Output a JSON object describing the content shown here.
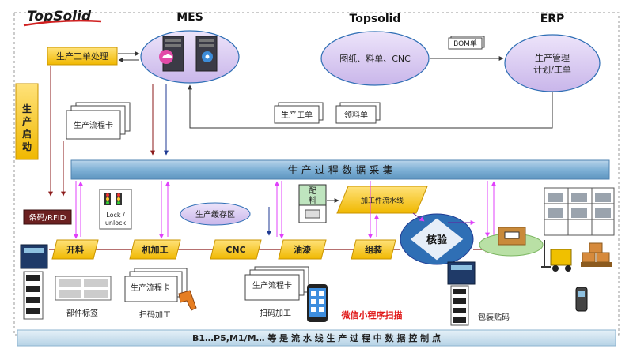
{
  "brand": {
    "logo_text": "TopSolid"
  },
  "headers": {
    "mes": "MES",
    "topsolid": "Topsolid",
    "erp": "ERP"
  },
  "boxes": {
    "work_order": "生产工单处理",
    "side_start": "生产启动",
    "barcode_rfid": "条码/RFID",
    "topsolid_inputs": "图纸、料单、CNC",
    "bom": "BOM单",
    "erp_line1": "生产管理",
    "erp_line2": "计划/工单",
    "card_work_order": "生产工单",
    "card_material": "领料单",
    "card_flow_1": "生产流程卡",
    "card_flow_2": "生产流程卡",
    "card_flow_3": "生产流程卡"
  },
  "banner": {
    "data_collection": "生 产 过 程 数 据 采 集"
  },
  "lock": {
    "line1": "Lock /",
    "line2": "unlock"
  },
  "buffer": {
    "label": "生产缓存区"
  },
  "feeding": {
    "line1": "配",
    "line2": "料"
  },
  "flowline": {
    "label": "加工件流水线"
  },
  "steps": {
    "cut": "开料",
    "machining": "机加工",
    "cnc": "CNC",
    "paint": "油漆",
    "assemble": "组装",
    "inspect": "核验"
  },
  "labels": {
    "part_tag": "部件标签",
    "scan_machining": "扫码加工",
    "scan_process": "扫码加工",
    "wechat": "微信小程序扫描",
    "pack_label": "包装贴码"
  },
  "footer": {
    "text": "B1…P5,M1/M… 等 是 流 水 线 生 产 过 程 中 数 据 控 制 点"
  },
  "colors": {
    "yellow": "#F5C518",
    "lavender": "#D8C8F0",
    "banner_blue": "#7FB1D6",
    "mid_blue": "#2F6FB5",
    "arrow_red": "#8B1A1A",
    "arrow_blue": "#1F3A93",
    "arrow_pink": "#E040FB",
    "wechat_red": "#E01818"
  }
}
